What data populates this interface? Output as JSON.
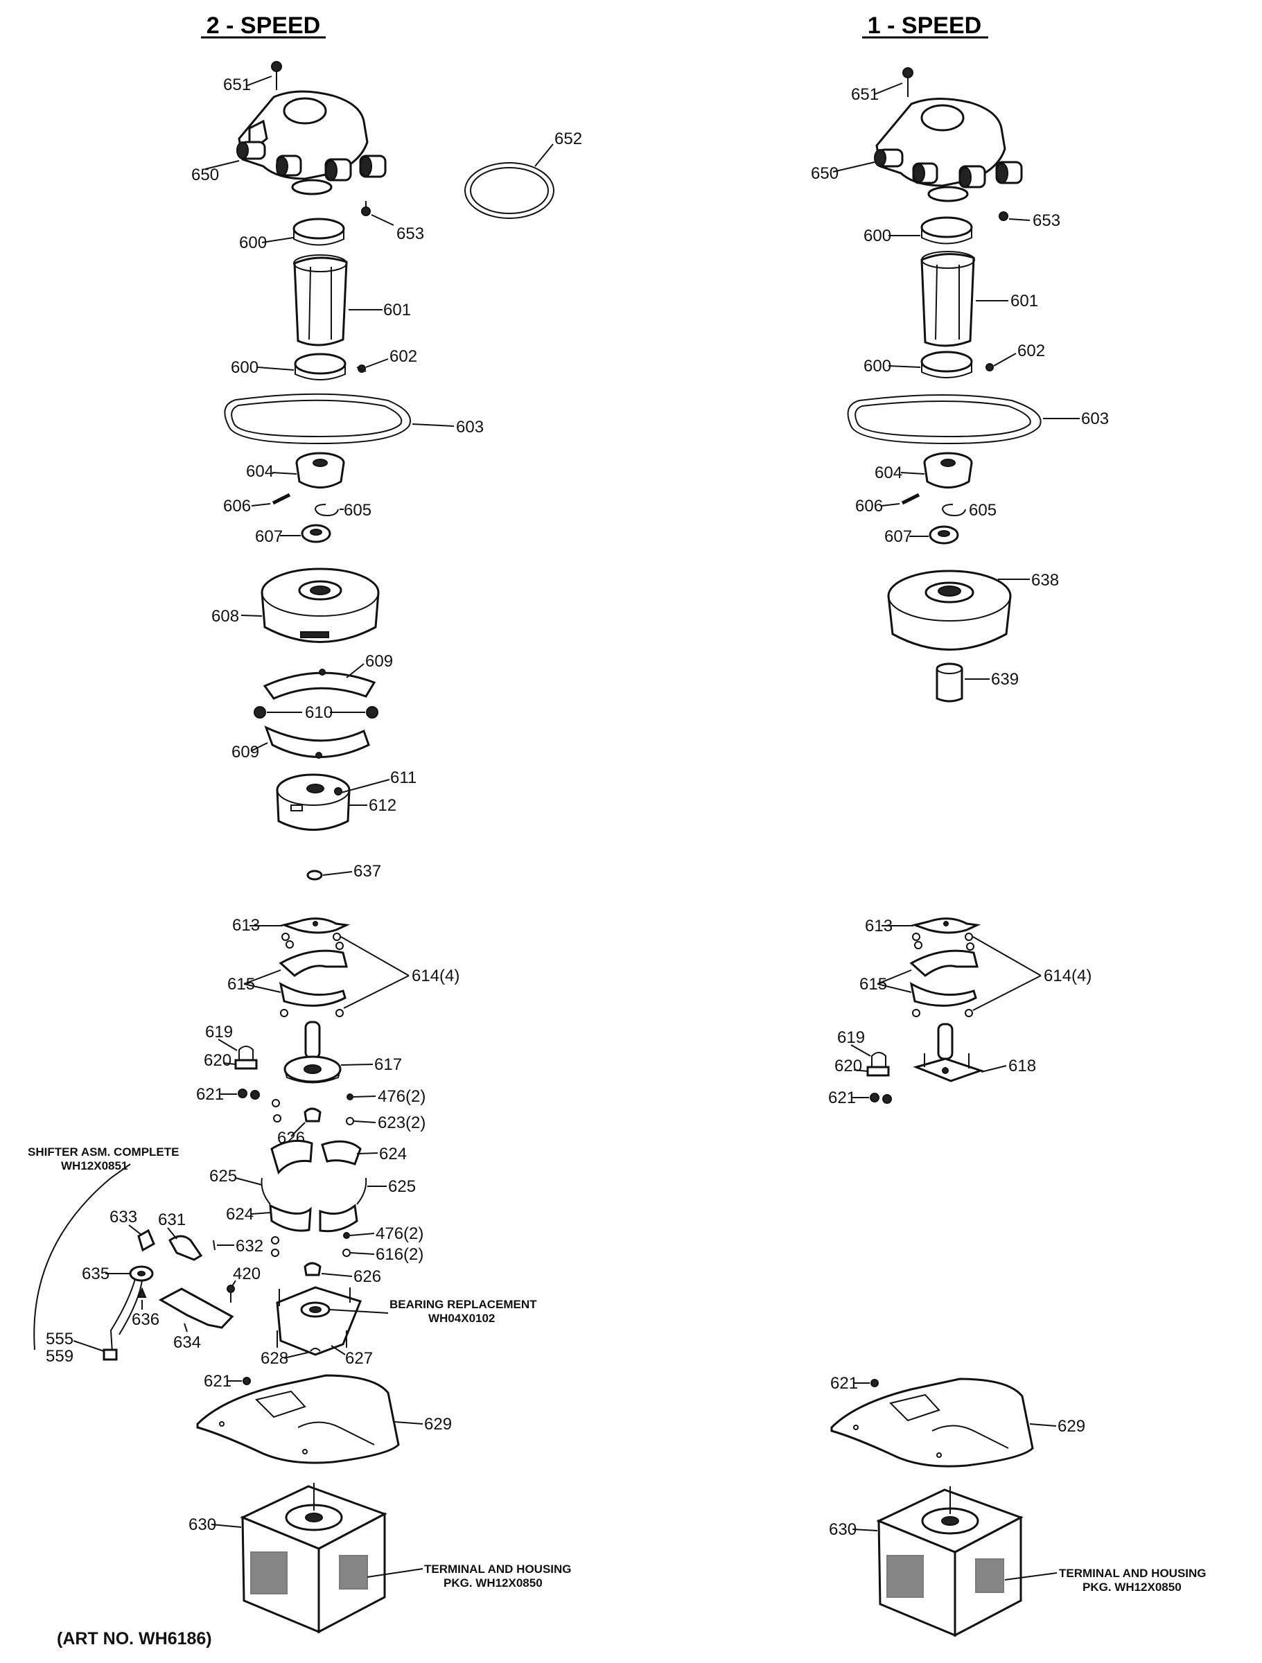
{
  "headings": {
    "left": "2 - SPEED",
    "right": "1 - SPEED"
  },
  "notes": {
    "shifter_l1": "SHIFTER ASM. COMPLETE",
    "shifter_l2": "WH12X0851",
    "bearing_l1": "BEARING REPLACEMENT",
    "bearing_l2": "WH04X0102",
    "terminal_l1": "TERMINAL AND HOUSING",
    "terminal_l2_left": "PKG. WH12X0850",
    "terminal_l2_right": "PKG. WH12X0850",
    "art_no": "(ART NO. WH6186)"
  },
  "left_callouts": {
    "c651": "651",
    "c650": "650",
    "c652": "652",
    "c653": "653",
    "c600a": "600",
    "c601": "601",
    "c600b": "600",
    "c602": "602",
    "c603": "603",
    "c604": "604",
    "c606": "606",
    "c605": "605",
    "c607": "607",
    "c608": "608",
    "c609a": "609",
    "c610": "610",
    "c609b": "609",
    "c611": "611",
    "c612": "612",
    "c637": "637",
    "c613": "613",
    "c615": "615",
    "c614": "614(4)",
    "c619": "619",
    "c620": "620",
    "c617": "617",
    "c621a": "621",
    "c476a": "476(2)",
    "c626a": "626",
    "c623": "623(2)",
    "c624a": "624",
    "c625a": "625",
    "c625b": "625",
    "c624b": "624",
    "c633": "633",
    "c631": "631",
    "c632": "632",
    "c476b": "476(2)",
    "c616": "616(2)",
    "c635": "635",
    "c626b": "626",
    "c420": "420",
    "c636": "636",
    "c634": "634",
    "c555": "555",
    "c559": "559",
    "c628": "628",
    "c627": "627",
    "c621b": "621",
    "c629": "629",
    "c630": "630"
  },
  "right_callouts": {
    "c651": "651",
    "c650": "650",
    "c653": "653",
    "c600a": "600",
    "c601": "601",
    "c600b": "600",
    "c602": "602",
    "c603": "603",
    "c604": "604",
    "c606": "606",
    "c605": "605",
    "c607": "607",
    "c638": "638",
    "c639": "639",
    "c613": "613",
    "c615": "615",
    "c614": "614(4)",
    "c619": "619",
    "c620": "620",
    "c618": "618",
    "c621a": "621",
    "c621b": "621",
    "c629": "629",
    "c630": "630"
  }
}
